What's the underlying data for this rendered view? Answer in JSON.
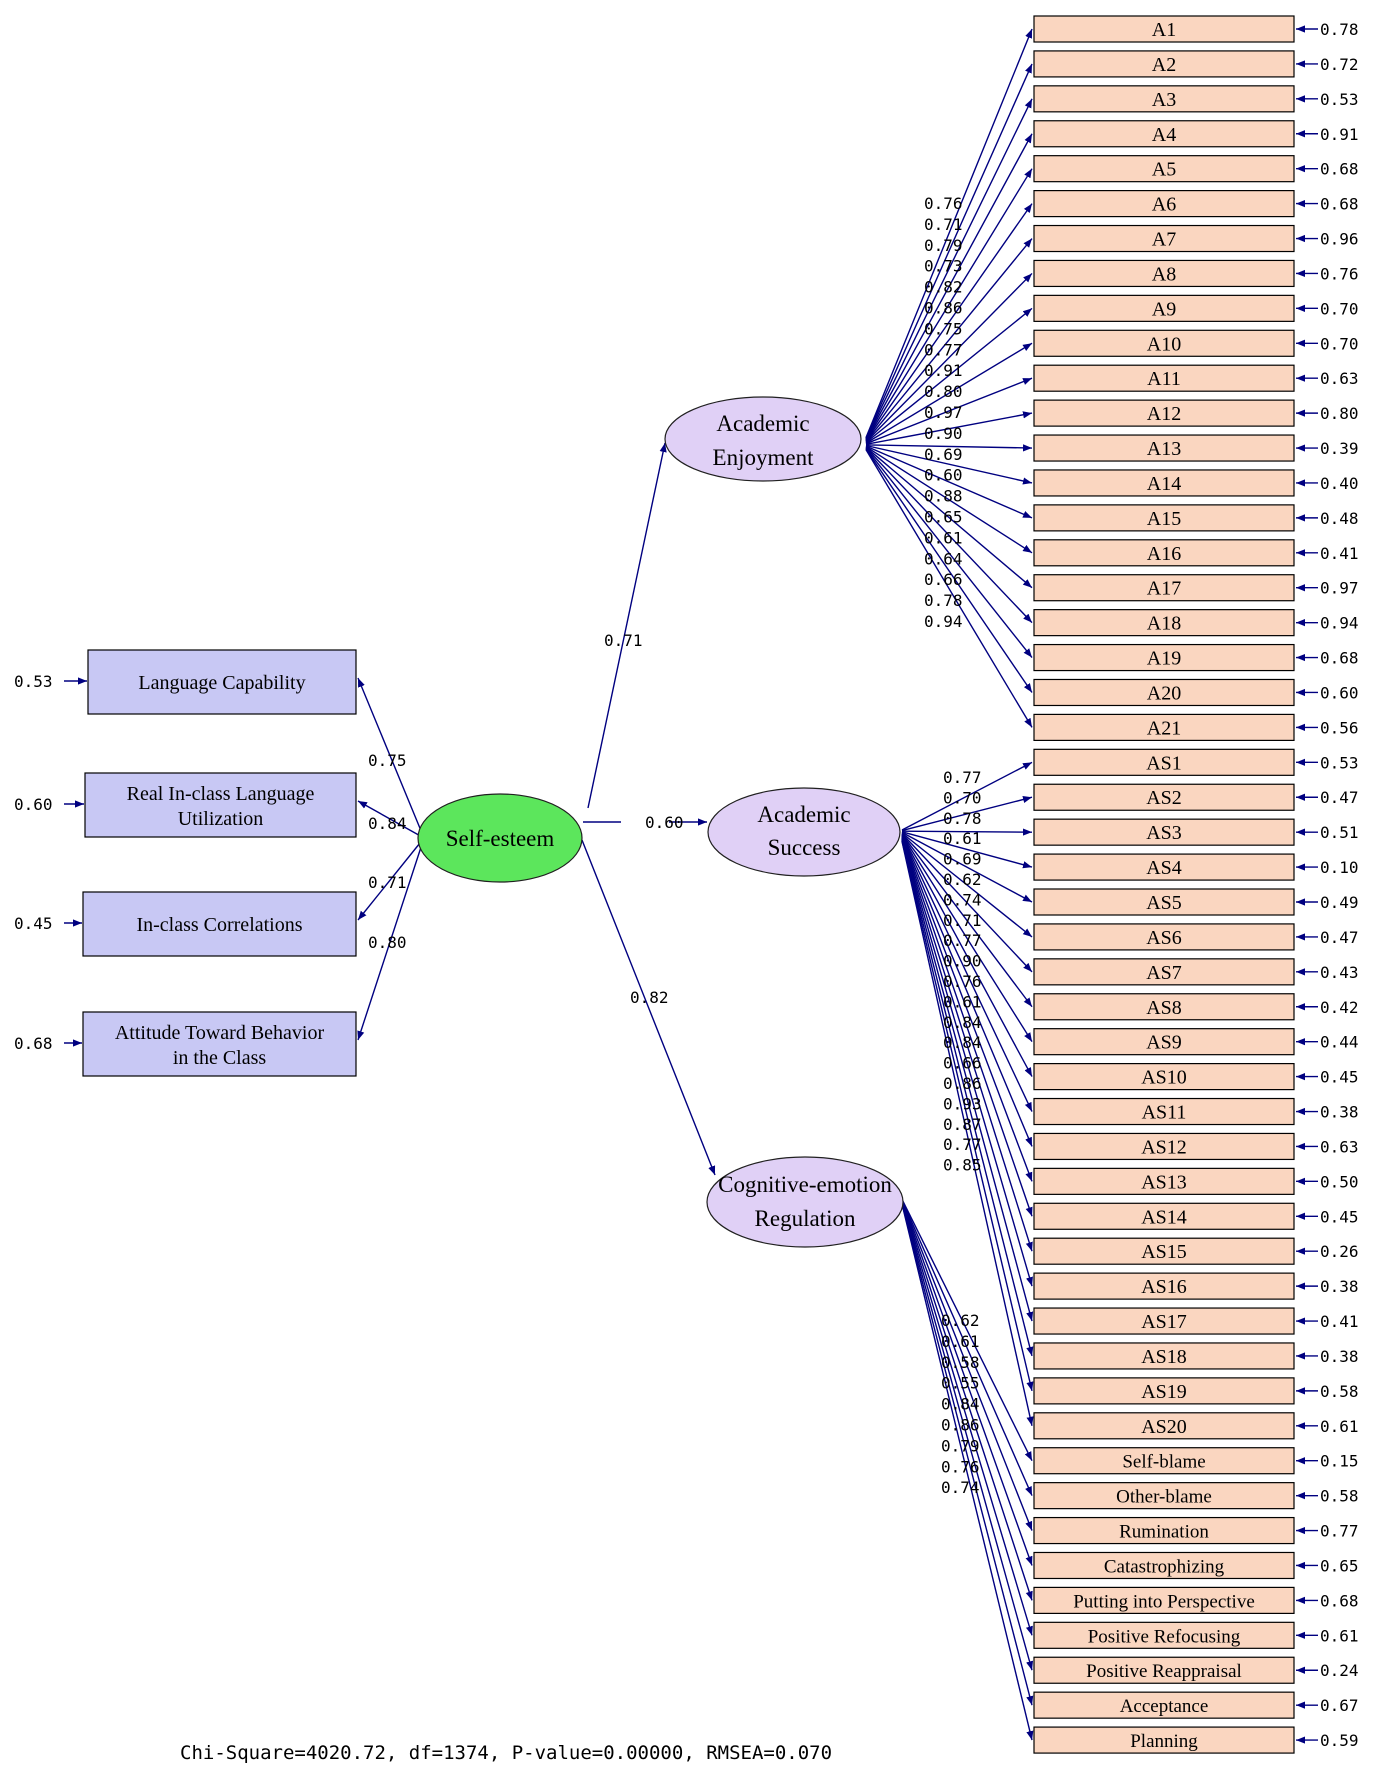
{
  "colors": {
    "line": "#000080",
    "indicator_fill_left": "#c8c8f4",
    "indicator_fill_right": "#fad6c0",
    "self_esteem_fill": "#5ce65c",
    "latent_fill": "#e0d0f6"
  },
  "latents": {
    "self_esteem": {
      "label": "Self-esteem"
    },
    "academic_enjoyment": {
      "label_line1": "Academic",
      "label_line2": "Enjoyment"
    },
    "academic_success": {
      "label_line1": "Academic",
      "label_line2": "Success"
    },
    "cognitive_emotion_regulation": {
      "label_line1": "Cognitive-emotion",
      "label_line2": "Regulation"
    }
  },
  "structural_paths": [
    {
      "to": "Academic Enjoyment",
      "value": "0.71"
    },
    {
      "to": "Academic Success",
      "value": "0.60"
    },
    {
      "to": "Cognitive-emotion Regulation",
      "value": "0.82"
    }
  ],
  "self_esteem_indicators": [
    {
      "line1": "Language Capability",
      "line2": "",
      "loading": "0.75",
      "error": "0.53"
    },
    {
      "line1": "Real In-class Language",
      "line2": "Utilization",
      "loading": "0.84",
      "error": "0.60"
    },
    {
      "line1": "In-class Correlations",
      "line2": "",
      "loading": "0.71",
      "error": "0.45"
    },
    {
      "line1": "Attitude Toward Behavior",
      "line2": "in the Class",
      "loading": "0.80",
      "error": "0.68"
    }
  ],
  "academic_enjoyment_indicators": [
    {
      "label": "A1",
      "loading": "0.76",
      "error": "0.78"
    },
    {
      "label": "A2",
      "loading": "0.71",
      "error": "0.72"
    },
    {
      "label": "A3",
      "loading": "0.79",
      "error": "0.53"
    },
    {
      "label": "A4",
      "loading": "0.73",
      "error": "0.91"
    },
    {
      "label": "A5",
      "loading": "0.82",
      "error": "0.68"
    },
    {
      "label": "A6",
      "loading": "0.86",
      "error": "0.68"
    },
    {
      "label": "A7",
      "loading": "0.75",
      "error": "0.96"
    },
    {
      "label": "A8",
      "loading": "0.77",
      "error": "0.76"
    },
    {
      "label": "A9",
      "loading": "0.91",
      "error": "0.70"
    },
    {
      "label": "A10",
      "loading": "0.80",
      "error": "0.70"
    },
    {
      "label": "A11",
      "loading": "0.97",
      "error": "0.63"
    },
    {
      "label": "A12",
      "loading": "0.90",
      "error": "0.80"
    },
    {
      "label": "A13",
      "loading": "0.69",
      "error": "0.39"
    },
    {
      "label": "A14",
      "loading": "0.60",
      "error": "0.40"
    },
    {
      "label": "A15",
      "loading": "0.88",
      "error": "0.48"
    },
    {
      "label": "A16",
      "loading": "0.65",
      "error": "0.41"
    },
    {
      "label": "A17",
      "loading": "0.61",
      "error": "0.97"
    },
    {
      "label": "A18",
      "loading": "0.64",
      "error": "0.94"
    },
    {
      "label": "A19",
      "loading": "0.66",
      "error": "0.68"
    },
    {
      "label": "A20",
      "loading": "0.78",
      "error": "0.60"
    },
    {
      "label": "A21",
      "loading": "0.94",
      "error": "0.56"
    }
  ],
  "academic_success_indicators": [
    {
      "label": "AS1",
      "loading": "0.77",
      "error": "0.53"
    },
    {
      "label": "AS2",
      "loading": "0.70",
      "error": "0.47"
    },
    {
      "label": "AS3",
      "loading": "0.78",
      "error": "0.51"
    },
    {
      "label": "AS4",
      "loading": "0.61",
      "error": "0.10"
    },
    {
      "label": "AS5",
      "loading": "0.69",
      "error": "0.49"
    },
    {
      "label": "AS6",
      "loading": "0.62",
      "error": "0.47"
    },
    {
      "label": "AS7",
      "loading": "0.74",
      "error": "0.43"
    },
    {
      "label": "AS8",
      "loading": "0.71",
      "error": "0.42"
    },
    {
      "label": "AS9",
      "loading": "0.77",
      "error": "0.44"
    },
    {
      "label": "AS10",
      "loading": "0.90",
      "error": "0.45"
    },
    {
      "label": "AS11",
      "loading": "0.76",
      "error": "0.38"
    },
    {
      "label": "AS12",
      "loading": "0.61",
      "error": "0.63"
    },
    {
      "label": "AS13",
      "loading": "0.84",
      "error": "0.50"
    },
    {
      "label": "AS14",
      "loading": "0.84",
      "error": "0.45"
    },
    {
      "label": "AS15",
      "loading": "0.66",
      "error": "0.26"
    },
    {
      "label": "AS16",
      "loading": "0.86",
      "error": "0.38"
    },
    {
      "label": "AS17",
      "loading": "0.93",
      "error": "0.41"
    },
    {
      "label": "AS18",
      "loading": "0.87",
      "error": "0.38"
    },
    {
      "label": "AS19",
      "loading": "0.77",
      "error": "0.58"
    },
    {
      "label": "AS20",
      "loading": "0.85",
      "error": "0.61"
    }
  ],
  "cognitive_emotion_regulation_indicators": [
    {
      "label": "Self-blame",
      "loading": "0.62",
      "error": "0.15"
    },
    {
      "label": "Other-blame",
      "loading": "0.61",
      "error": "0.58"
    },
    {
      "label": "Rumination",
      "loading": "0.58",
      "error": "0.77"
    },
    {
      "label": "Catastrophizing",
      "loading": "0.55",
      "error": "0.65"
    },
    {
      "label": "Putting into Perspective",
      "loading": "0.84",
      "error": "0.68"
    },
    {
      "label": "Positive Refocusing",
      "loading": "0.86",
      "error": "0.61"
    },
    {
      "label": "Positive Reappraisal",
      "loading": "0.79",
      "error": "0.24"
    },
    {
      "label": "Acceptance",
      "loading": "0.76",
      "error": "0.67"
    },
    {
      "label": "Planning",
      "loading": "0.74",
      "error": "0.59"
    }
  ],
  "fit_statistics": "Chi-Square=4020.72, df=1374, P-value=0.00000, RMSEA=0.070"
}
